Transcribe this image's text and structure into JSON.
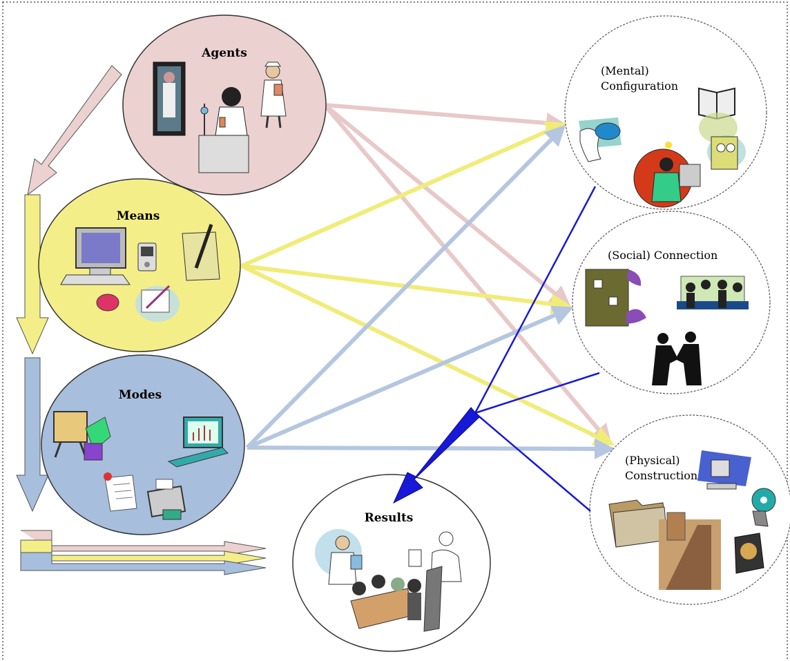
{
  "nodes": {
    "agents": {
      "label": "Agents",
      "fill": "#ecd1d1"
    },
    "means": {
      "label": "Means",
      "fill": "#f3ee88"
    },
    "modes": {
      "label": "Modes",
      "fill": "#a7bedd"
    },
    "mental": {
      "label_line1": "(Mental)",
      "label_line2": "Configuration"
    },
    "social": {
      "label": "(Social) Connection"
    },
    "physical": {
      "label_line1": "(Physical)",
      "label_line2": "Construction"
    },
    "results": {
      "label": "Results"
    }
  },
  "colors": {
    "agents_arrow": "#e8c8c8",
    "means_arrow": "#f0ec78",
    "modes_arrow": "#b4c6e0",
    "results_arrow": "#1818d8",
    "border": "#555555"
  }
}
